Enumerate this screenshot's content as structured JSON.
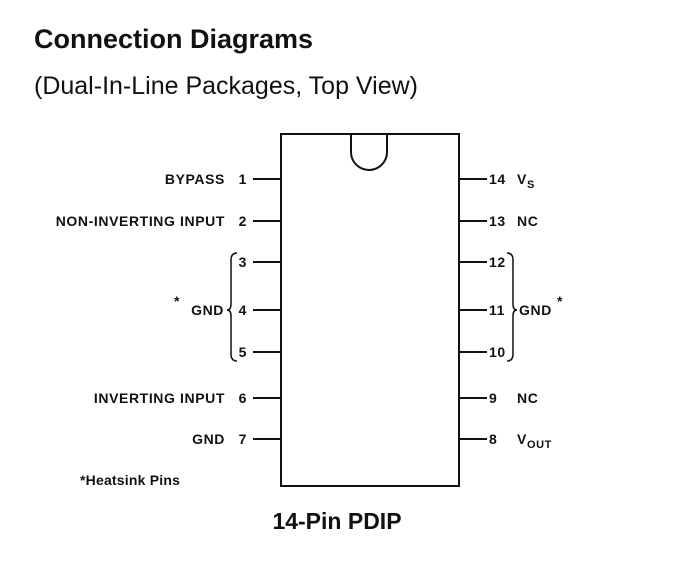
{
  "header": {
    "title": "Connection Diagrams",
    "subtitle": "(Dual-In-Line Packages, Top View)"
  },
  "pins_left": [
    {
      "num": "1",
      "label": "BYPASS"
    },
    {
      "num": "2",
      "label": "NON-INVERTING INPUT"
    },
    {
      "num": "3",
      "label": ""
    },
    {
      "num": "4",
      "label": ""
    },
    {
      "num": "5",
      "label": ""
    },
    {
      "num": "6",
      "label": "INVERTING INPUT"
    },
    {
      "num": "7",
      "label": "GND"
    }
  ],
  "pins_right": [
    {
      "num": "14",
      "label": "V",
      "sub": "S"
    },
    {
      "num": "13",
      "label": "NC",
      "sub": ""
    },
    {
      "num": "12",
      "label": "",
      "sub": ""
    },
    {
      "num": "11",
      "label": "",
      "sub": ""
    },
    {
      "num": "10",
      "label": "",
      "sub": ""
    },
    {
      "num": "9",
      "label": "NC",
      "sub": ""
    },
    {
      "num": "8",
      "label": "V",
      "sub": "OUT"
    }
  ],
  "group_left": {
    "label": "GND",
    "star": "*"
  },
  "group_right": {
    "label": "GND",
    "star": "*"
  },
  "footnote": "*Heatsink Pins",
  "package_name": "14-Pin PDIP"
}
